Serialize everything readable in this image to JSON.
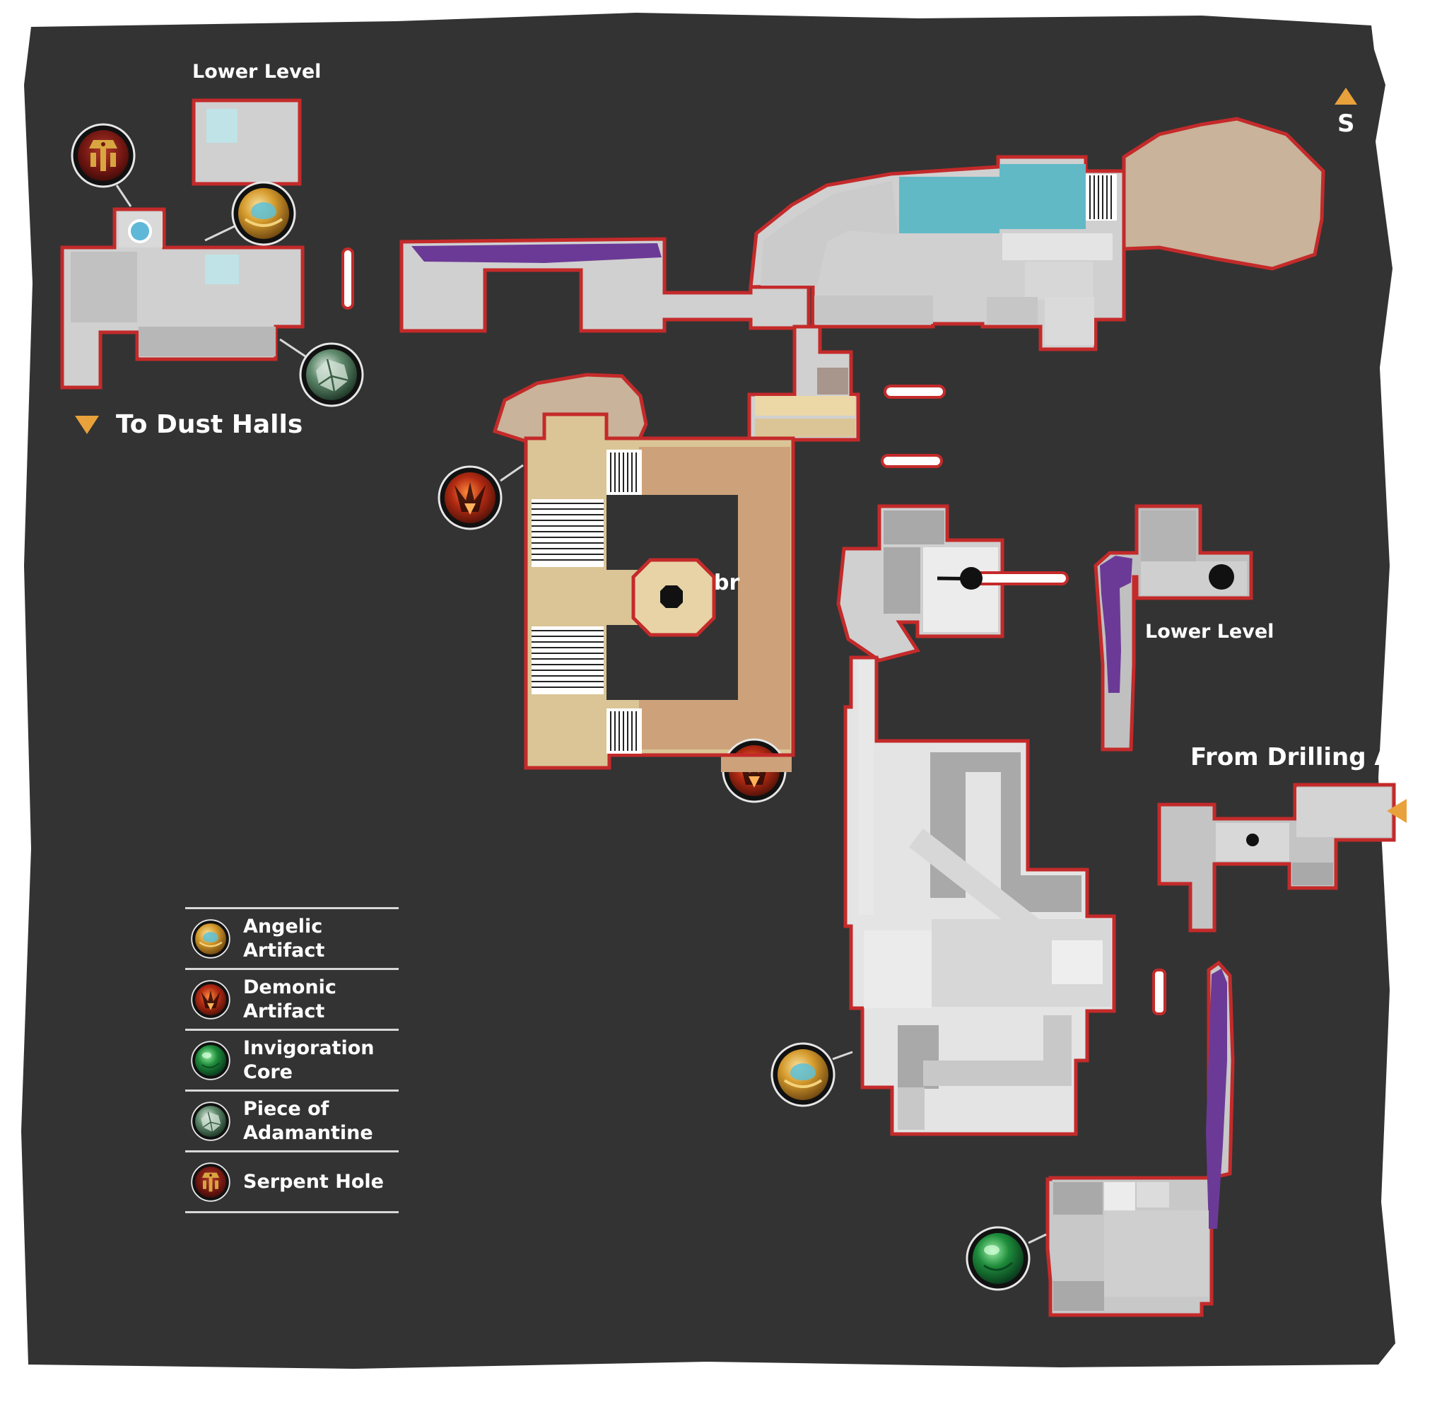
{
  "labels": {
    "lower_level_top": "Lower Level",
    "lower_level_right": "Lower Level",
    "to_dust_halls": "To Dust Halls",
    "from_drilling_annex": "From Drilling Annex",
    "compass": "S",
    "clipped_text": "br"
  },
  "legend": {
    "items": [
      {
        "label": "Angelic Artifact",
        "icon": "angelic-artifact-icon"
      },
      {
        "label": "Demonic Artifact",
        "icon": "demonic-artifact-icon"
      },
      {
        "label": "Invigoration Core",
        "icon": "invigoration-core-icon"
      },
      {
        "label": "Piece of Adamantine",
        "icon": "adamantine-icon"
      },
      {
        "label": "Serpent Hole",
        "icon": "serpent-hole-icon"
      }
    ]
  },
  "colors": {
    "background": "#333333",
    "room_outline": "#c42a2a",
    "room_light": "#d0d0d0",
    "room_mid": "#a9a9a9",
    "water": "#62b9c6",
    "sand": "#c9b39a",
    "tan": "#cda27a",
    "beige": "#dbc596",
    "purple": "#6b3a96",
    "marker": "#e9a13b"
  }
}
